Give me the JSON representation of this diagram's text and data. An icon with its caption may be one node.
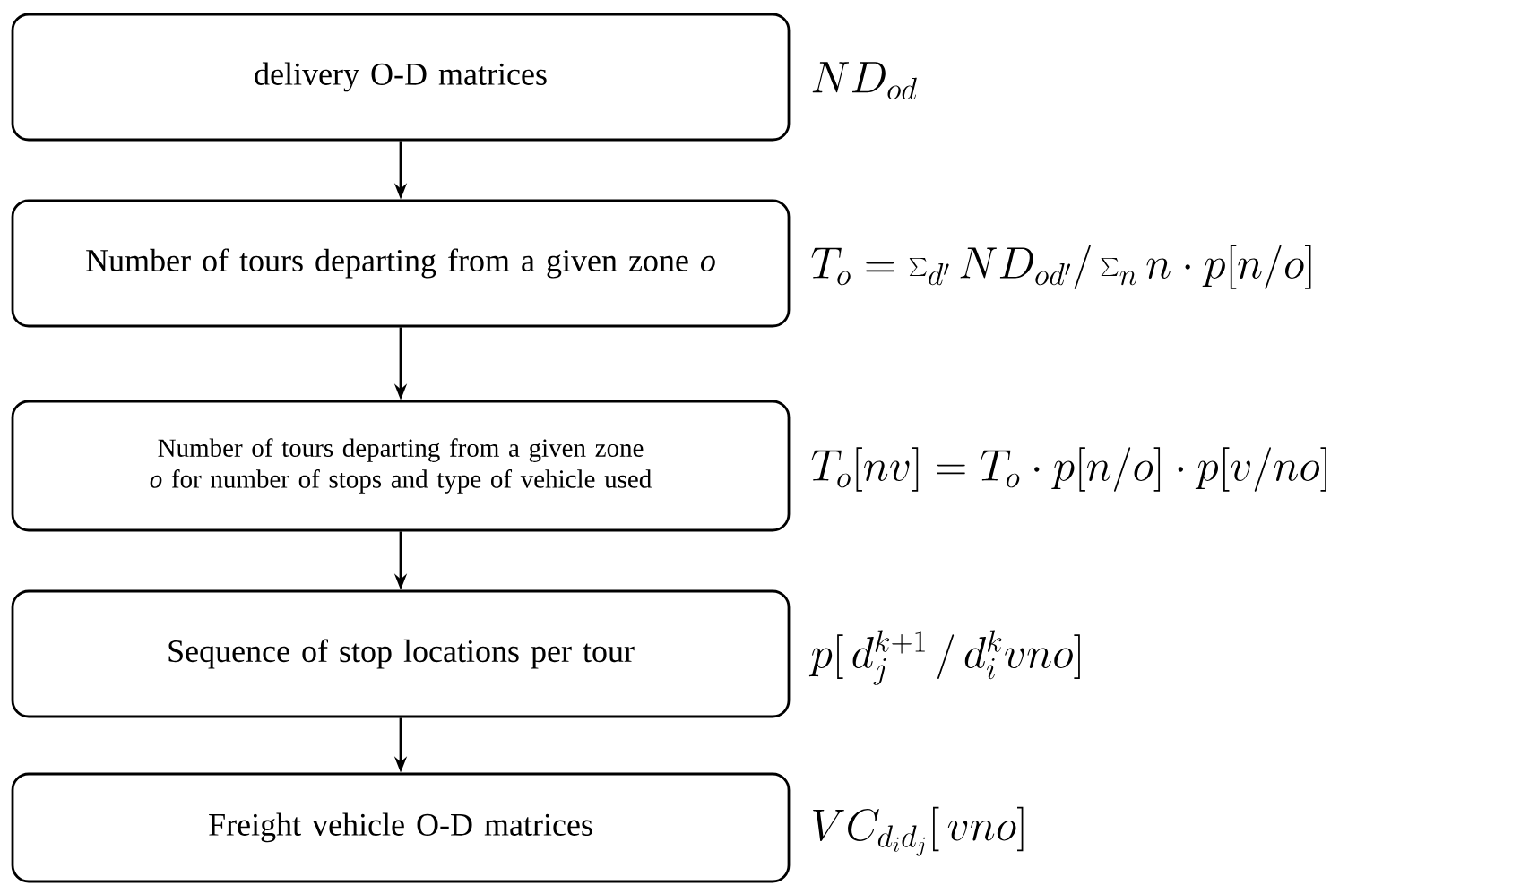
{
  "diagram": {
    "nodes": [
      {
        "text": [
          "delivery O-D matrices"
        ],
        "beside": [
          "ND_{od}"
        ]
      },
      {
        "text": [
          "Number of tours departing from a given zone *o*"
        ],
        "beside": [
          "T_o = \\sum_{d'} ND_{od'} \\Big/ \\sum_n n \\cdot p\\Big[n / o\\Big]"
        ]
      },
      {
        "text": [
          "Number of tours departing from a given zone *o* for number of stops and type of vehicle used"
        ],
        "beside": [
          "T_o\\Big[nv\\Big] = T_o \\cdot p\\Big[n / o\\Big] \\cdot p\\Big[v / no\\Big]"
        ]
      },
      {
        "text": [
          "Sequence of stop locations per tour"
        ],
        "beside": [
          "p\\Big[\\, d_j^{k+1} \\,/\\, d_i^k vno\\Big]"
        ]
      },
      {
        "text": [
          "Freight vehicle O-D matrices"
        ],
        "beside": [
          "VC_{d_i d_j}\\Big[\\, vno\\Big]"
        ]
      }
    ],
    "edges": [
      {
        "from": 0,
        "to": 1,
        "arrow": "to"
      },
      {
        "from": 1,
        "to": 2,
        "arrow": "to"
      },
      {
        "from": 2,
        "to": 3,
        "arrow": "to"
      },
      {
        "from": 3,
        "to": 4,
        "arrow": "to"
      }
    ]
  }
}
